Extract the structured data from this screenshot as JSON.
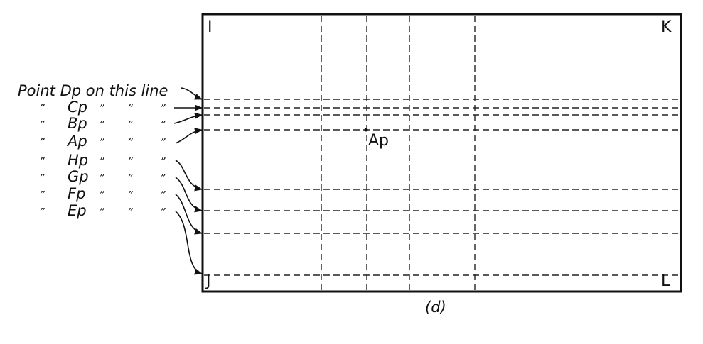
{
  "diagram": {
    "corners": {
      "top_left": "I",
      "top_right": "K",
      "bottom_left": "J",
      "bottom_right": "L"
    },
    "point_label": "Ap",
    "caption": "(d)",
    "labels": [
      {
        "id": "dp",
        "text": "Point Dp on this line",
        "has_ditto": false
      },
      {
        "id": "cp",
        "text": "Cp",
        "has_ditto": true
      },
      {
        "id": "bp",
        "text": "Bp",
        "has_ditto": true
      },
      {
        "id": "ap",
        "text": "Ap",
        "has_ditto": true
      },
      {
        "id": "hp",
        "text": "Hp",
        "has_ditto": true
      },
      {
        "id": "gp",
        "text": "Gp",
        "has_ditto": true
      },
      {
        "id": "fp",
        "text": "Fp",
        "has_ditto": true
      },
      {
        "id": "ep",
        "text": "Ep",
        "has_ditto": true
      }
    ],
    "ditto_mark": "”"
  }
}
